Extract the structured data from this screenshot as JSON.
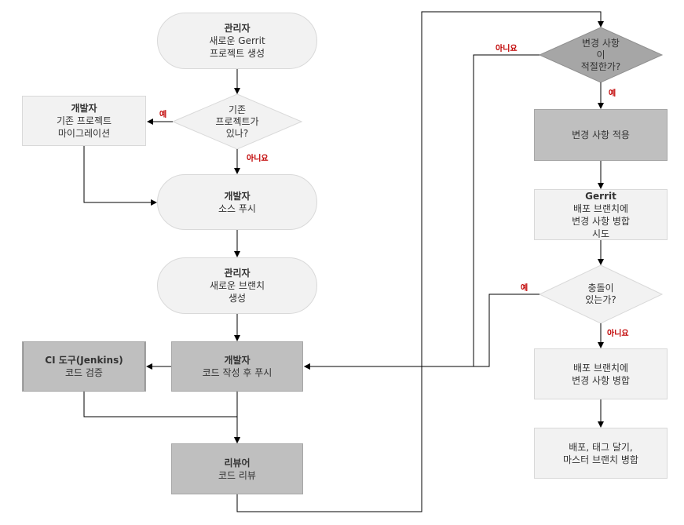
{
  "nodes": {
    "n1": {
      "title": "관리자",
      "lines": [
        "새로운 Gerrit",
        "프로젝트 생성"
      ]
    },
    "d1": {
      "lines": [
        "기존",
        "프로젝트가",
        "있나?"
      ]
    },
    "n2": {
      "title": "개발자",
      "lines": [
        "기존 프로젝트",
        "마이그레이션"
      ]
    },
    "n3": {
      "title": "개발자",
      "lines": [
        "소스 푸시"
      ]
    },
    "n4": {
      "title": "관리자",
      "lines": [
        "새로운 브랜치",
        "생성"
      ]
    },
    "n5": {
      "title": "개발자",
      "lines": [
        "코드 작성 후 푸시"
      ]
    },
    "n6": {
      "title": "CI 도구(Jenkins)",
      "lines": [
        "코드 검증"
      ]
    },
    "n7": {
      "title": "리뷰어",
      "lines": [
        "코드 리뷰"
      ]
    },
    "d2": {
      "lines": [
        "변경 사항",
        "이",
        "적절한가?"
      ]
    },
    "n8": {
      "lines": [
        "변경 사항 적용"
      ]
    },
    "n9": {
      "title": "Gerrit",
      "lines": [
        "배포 브랜치에",
        "변경 사항 병합",
        "시도"
      ]
    },
    "d3": {
      "lines": [
        "충돌이",
        "있는가?"
      ]
    },
    "n10": {
      "lines": [
        "배포 브랜치에",
        "변경 사항 병합"
      ]
    },
    "n11": {
      "lines": [
        "배포, 태그 달기,",
        "마스터 브랜치 병합"
      ]
    }
  },
  "labels": {
    "d1_yes": "예",
    "d1_no": "아니요",
    "d2_no": "아니요",
    "d2_yes": "예",
    "d3_yes": "예",
    "d3_no": "아니요"
  },
  "colors": {
    "light_fill": "#f2f2f2",
    "dark_fill": "#bfbfbf",
    "line": "#000000",
    "label": "#c00000"
  }
}
